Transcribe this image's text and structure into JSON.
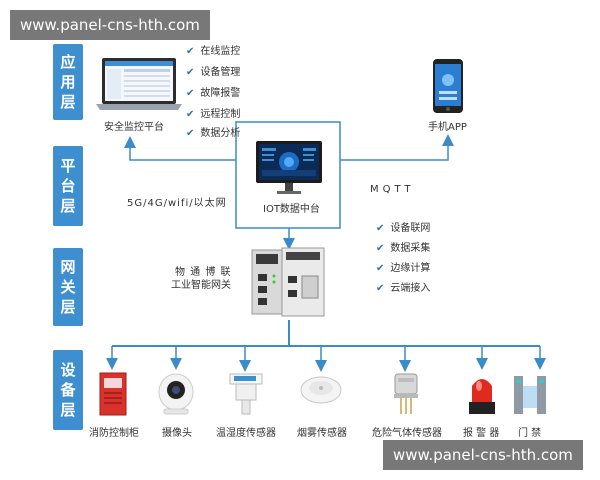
{
  "watermark": "www.panel-cns-hth.com",
  "layers": {
    "app": "应用层",
    "platform": "平台层",
    "gateway": "网关层",
    "device": "设备层"
  },
  "app": {
    "monitor_label": "安全监控平台",
    "features": [
      "在线监控",
      "设备管理",
      "故障报警",
      "远程控制",
      "数据分析"
    ],
    "mobile_label": "手机APP"
  },
  "platform": {
    "network_label": "5G/4G/wifi/以太网",
    "center_label": "IOT数据中台",
    "protocol_label": "MQTT"
  },
  "gateway": {
    "name_line1": "物 通 博 联",
    "name_line2": "工业智能网关",
    "features": [
      "设备联网",
      "数据采集",
      "边缘计算",
      "云端接入"
    ]
  },
  "devices": [
    "消防控制柜",
    "摄像头",
    "温湿度传感器",
    "烟雾传感器",
    "危险气体传感器",
    "报 警 器",
    "门 禁"
  ],
  "colors": {
    "layer": "#3d8fd0",
    "line": "#3a8bc8",
    "check": "#2b6fb6",
    "cabinet": "#d9312b",
    "alarm": "#e02a1e"
  }
}
